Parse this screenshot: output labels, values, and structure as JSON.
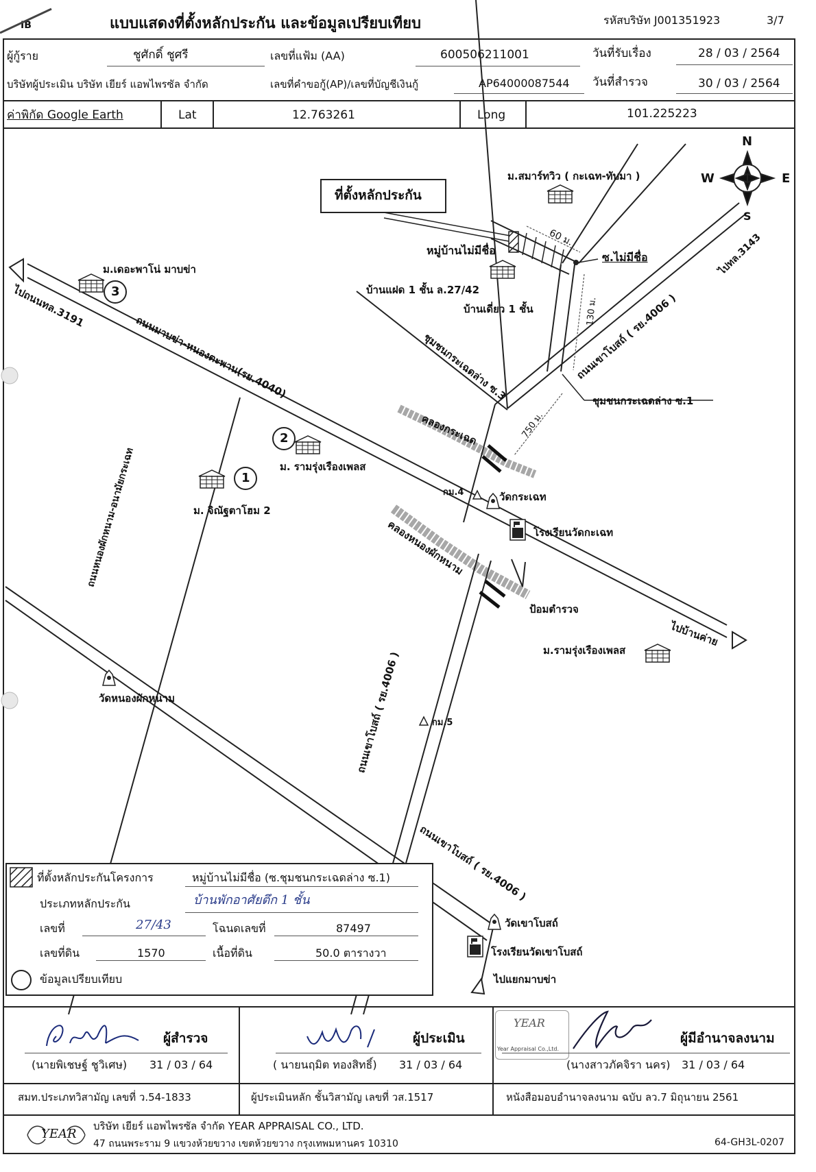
{
  "header": {
    "corner_code": "IB",
    "title": "แบบแสดงที่ตั้งหลักประกัน และข้อมูลเปรียบเทียบ",
    "company_code_label": "รหัสบริษัท J001351923",
    "page": "3/7"
  },
  "row1": {
    "borrower_label": "ผู้กู้ราย",
    "borrower_name": "ชูศักดิ์ ชูศรี",
    "file_no_label": "เลขที่แฟ้ม (AA)",
    "file_no": "600506211001",
    "received_label": "วันที่รับเรื่อง",
    "received_date": "28 / 03 / 2564"
  },
  "row2": {
    "appraiser_label": "บริษัทผู้ประเมิน บริษัท เยียร์ แอพไพรซัล จำกัด",
    "ap_label": "เลขที่คำขอกู้(AP)/เลขที่บัญชีเงินกู้",
    "ap_no": "AP64000087544",
    "survey_label": "วันที่สำรวจ",
    "survey_date": "30 / 03 / 2564"
  },
  "row3": {
    "coord_label": "ค่าพิกัด Google Earth",
    "lat_label": "Lat",
    "lat": "12.763261",
    "long_label": "Long",
    "long": "101.225223"
  },
  "map": {
    "compass": {
      "n": "N",
      "s": "S",
      "e": "E",
      "w": "W"
    },
    "collateral_callout": "ที่ตั้งหลักประกัน",
    "labels": {
      "smart_view": "ม.สมาร์ทวิว ( กะเฉท-ทับมา )",
      "village_noname": "หมู่บ้านไม่มีชื่อ",
      "soi_noname": "ซ.ไม่มีชื่อ",
      "dist_60": "60 ม.",
      "dist_130": "130 ม.",
      "dist_750": "750 ม.",
      "to_3143": "ไปทล.3143",
      "twin_house": "บ้านแฝด 1 ชั้น ล.27/42",
      "single_house": "บ้านเดี่ยว 1 ชั้น",
      "community_soi3": "ชุมชนกระเฉดล่าง ซ.3",
      "road_4006_top": "ถนนเขาโบสถ์ ( รย.4006 )",
      "community_soi1": "ชุมชนกระเฉดล่าง ซ.1",
      "de_palm": "ม.เดอะพาโน่ มาบข่า",
      "to_3191": "ไปถนนทล.3191",
      "road_4040": "ถนนมาบข่า-หนองตะพาน(รย.4040)",
      "canal_krachet": "คลองกระเฉด",
      "ramrung_top": "ม. รามรุ่งเรืองเพลส",
      "chinnu": "ม. จิณัฐตาโฮม 2",
      "km4": "กม.4",
      "wat_krachet": "วัดกระเฉท",
      "school_krachet": "โรงเรียนวัดกะเฉท",
      "canal_nongphak": "คลองหนองผักหนาม",
      "police_box": "ป้อมตำรวจ",
      "to_ban_khai": "ไปบ้านค่าย",
      "ramrung_bottom": "ม.รามรุ่งเรืองเพลส",
      "road_nongphak": "ถนนหนองผักหนาม-อนามัยกระเฉท",
      "wat_nongphak": "วัดหนองผักหนาม",
      "road_4006_mid": "ถนนเขาโบสถ์ ( รย.4006 )",
      "km5": "กม.5",
      "road_4006_bottom": "ถนนเขาโบสถ์ ( รย.4006 )",
      "wat_khaobot": "วัดเขาโบสถ์",
      "school_khaobot": "โรงเรียนวัดเขาโบสถ์",
      "to_maptaphut": "ไปแยกมาบข่า",
      "num1": "1",
      "num2": "2",
      "num3": "3"
    }
  },
  "legend": {
    "project_label": "ที่ตั้งหลักประกันโครงการ",
    "project_value": "หมู่บ้านไม่มีชื่อ (ซ.ชุมชนกระเฉดล่าง ซ.1)",
    "type_label": "ประเภทหลักประกัน",
    "type_value": "บ้านพักอาศัยตึก 1 ชั้น",
    "no_label": "เลขที่",
    "no_value": "27/43",
    "deed_label": "โฉนดเลขที่",
    "deed_value": "87497",
    "land_label": "เลขที่ดิน",
    "land_value": "1570",
    "area_label": "เนื้อที่ดิน",
    "area_value": "50.0 ตารางวา",
    "compare_label": "ข้อมูลเปรียบเทียบ"
  },
  "signatures": {
    "surveyor_role": "ผู้สำรวจ",
    "surveyor_name": "(นายพิเชษฐ์ ชูวิเศษ)",
    "surveyor_date": "31 / 03 / 64",
    "surveyor_license": "สมท.ประเภทวิสามัญ เลขที่ ว.54-1833",
    "appraiser_role": "ผู้ประเมิน",
    "appraiser_name": "( นายนฤมิต ทองสิทธิ์)",
    "appraiser_date": "31 / 03 / 64",
    "appraiser_license": "ผู้ประเมินหลัก ชั้นวิสามัญ เลขที่ วส.1517",
    "signer_role": "ผู้มีอำนาจลงนาม",
    "signer_name": "(นางสาวภัคจิรา นคร)",
    "signer_date": "31 / 03 / 64",
    "signer_license": "หนังสือมอบอำนาจลงนาม ฉบับ ลว.7 มิถุนายน 2561",
    "stamp_company": "Year Appraisal Co.,Ltd."
  },
  "footer": {
    "company_line": "บริษัท เยียร์ แอพไพรซัล จำกัด  YEAR APPRAISAL CO., LTD.",
    "address": "47 ถนนพระราม 9 แขวงห้วยขวาง เขตห้วยขวาง กรุงเทพมหานคร 10310",
    "doc_code": "64-GH3L-0207",
    "logo_text": "YEAR"
  }
}
